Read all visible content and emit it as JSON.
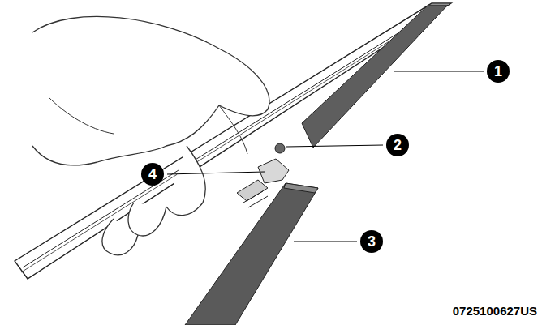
{
  "diagram": {
    "labels": [
      "1",
      "2",
      "3",
      "4",
      "0725100627US"
    ]
  }
}
